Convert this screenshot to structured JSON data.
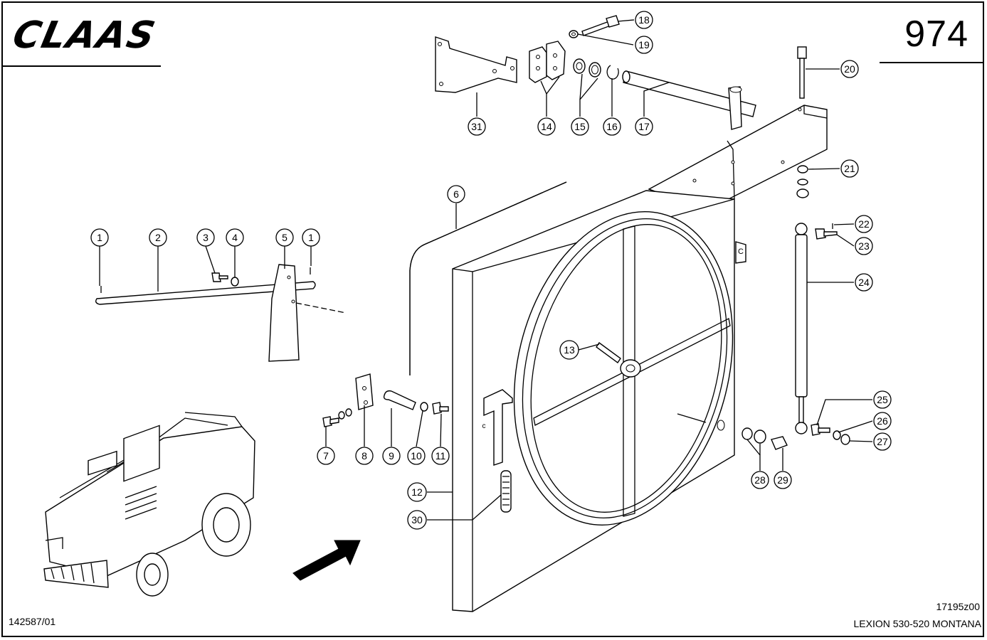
{
  "header": {
    "logo_text": "CLAAS",
    "page_number": "974"
  },
  "footer": {
    "document_number": "142587/01",
    "drawing_id": "17195z00",
    "model": "LEXION 530-520 MONTANA"
  },
  "callouts": [
    {
      "id": "c1a",
      "label": "1"
    },
    {
      "id": "c2",
      "label": "2"
    },
    {
      "id": "c3",
      "label": "3"
    },
    {
      "id": "c4",
      "label": "4"
    },
    {
      "id": "c5",
      "label": "5"
    },
    {
      "id": "c1b",
      "label": "1"
    },
    {
      "id": "c6",
      "label": "6"
    },
    {
      "id": "c7",
      "label": "7"
    },
    {
      "id": "c8",
      "label": "8"
    },
    {
      "id": "c9",
      "label": "9"
    },
    {
      "id": "c10",
      "label": "10"
    },
    {
      "id": "c11",
      "label": "11"
    },
    {
      "id": "c12",
      "label": "12"
    },
    {
      "id": "c13",
      "label": "13"
    },
    {
      "id": "c14",
      "label": "14"
    },
    {
      "id": "c15",
      "label": "15"
    },
    {
      "id": "c16",
      "label": "16"
    },
    {
      "id": "c17",
      "label": "17"
    },
    {
      "id": "c18",
      "label": "18"
    },
    {
      "id": "c19",
      "label": "19"
    },
    {
      "id": "c20",
      "label": "20"
    },
    {
      "id": "c21",
      "label": "21"
    },
    {
      "id": "c22",
      "label": "22"
    },
    {
      "id": "c23",
      "label": "23"
    },
    {
      "id": "c24",
      "label": "24"
    },
    {
      "id": "c25",
      "label": "25"
    },
    {
      "id": "c26",
      "label": "26"
    },
    {
      "id": "c27",
      "label": "27"
    },
    {
      "id": "c28",
      "label": "28"
    },
    {
      "id": "c29",
      "label": "29"
    },
    {
      "id": "c30",
      "label": "30"
    },
    {
      "id": "c31",
      "label": "31"
    }
  ],
  "panel_marks": {
    "bracket_letter": "C",
    "lower_bracket_letter": "c"
  }
}
